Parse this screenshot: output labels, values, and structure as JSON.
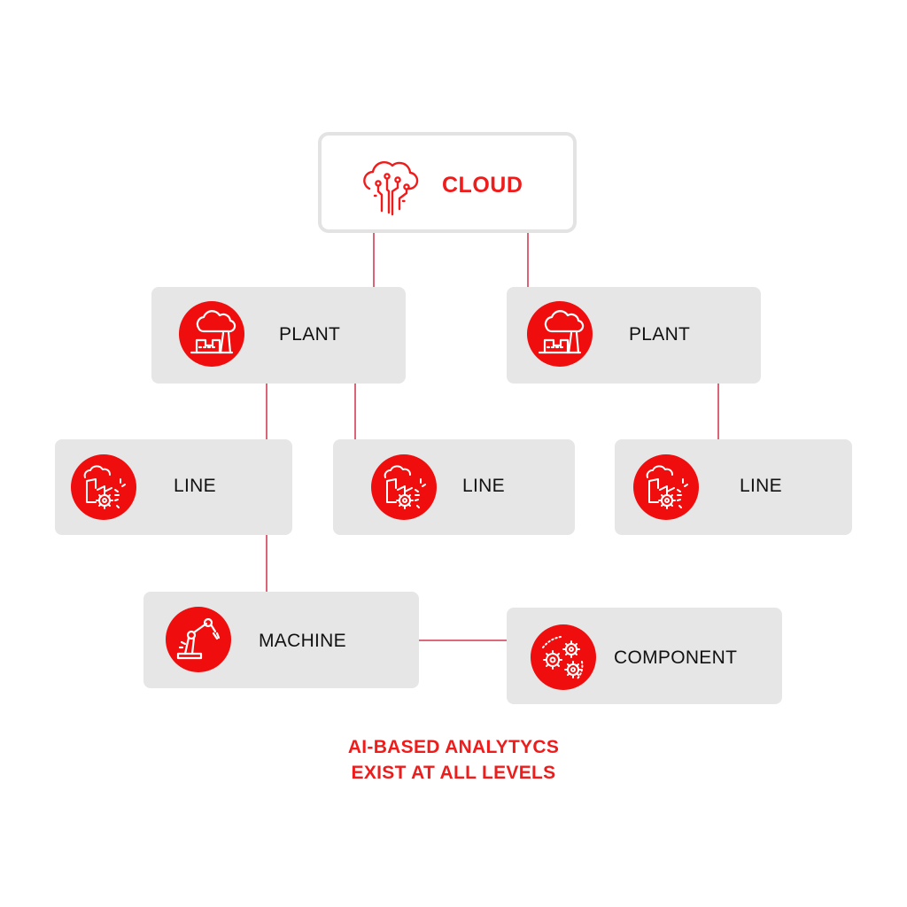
{
  "nodes": {
    "cloud": {
      "label": "CLOUD",
      "icon": "cloud-circuit-icon"
    },
    "plant_left": {
      "label": "PLANT",
      "icon": "factory-icon"
    },
    "plant_right": {
      "label": "PLANT",
      "icon": "factory-icon"
    },
    "line_1": {
      "label": "LINE",
      "icon": "factory-gear-icon"
    },
    "line_2": {
      "label": "LINE",
      "icon": "factory-gear-icon"
    },
    "line_3": {
      "label": "LINE",
      "icon": "factory-gear-icon"
    },
    "machine": {
      "label": "MACHINE",
      "icon": "robot-arm-icon"
    },
    "component": {
      "label": "COMPONENT",
      "icon": "gears-icon"
    }
  },
  "caption": {
    "line1": "AI-BASED ANALYTYCS",
    "line2": "EXIST AT ALL LEVELS"
  },
  "colors": {
    "accent": "#ef0d0d",
    "node_bg": "#e6e6e6",
    "connector": "#c8102e"
  }
}
